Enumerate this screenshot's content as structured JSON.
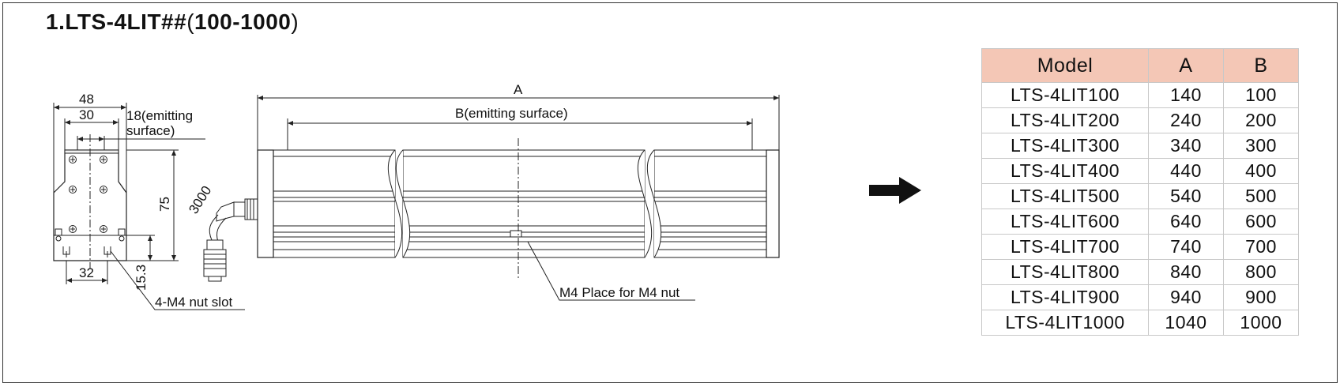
{
  "title": {
    "prefix": "1.",
    "model": "LTS-4LIT##",
    "range_open": "(",
    "range": "100-1000",
    "range_close": ")"
  },
  "side_view": {
    "dim_width": "48",
    "dim_inner": "30",
    "dim_emitting_line1": "18(emitting",
    "dim_emitting_line2": "surface)",
    "dim_height": "75",
    "dim_bottom": "32",
    "dim_slot_height": "15.3",
    "nut_slot_label": "4-M4  nut slot"
  },
  "cable": {
    "length": "3000"
  },
  "front_view": {
    "dim_a": "A",
    "dim_b": "B(emitting surface)",
    "nut_place_label": "M4 Place for M4 nut"
  },
  "table": {
    "headers": [
      "Model",
      "A",
      "B"
    ],
    "rows": [
      [
        "LTS-4LIT100",
        "140",
        "100"
      ],
      [
        "LTS-4LIT200",
        "240",
        "200"
      ],
      [
        "LTS-4LIT300",
        "340",
        "300"
      ],
      [
        "LTS-4LIT400",
        "440",
        "400"
      ],
      [
        "LTS-4LIT500",
        "540",
        "500"
      ],
      [
        "LTS-4LIT600",
        "640",
        "600"
      ],
      [
        "LTS-4LIT700",
        "740",
        "700"
      ],
      [
        "LTS-4LIT800",
        "840",
        "800"
      ],
      [
        "LTS-4LIT900",
        "940",
        "900"
      ],
      [
        "LTS-4LIT1000",
        "1040",
        "1000"
      ]
    ],
    "header_color": "#f4c7b6"
  }
}
